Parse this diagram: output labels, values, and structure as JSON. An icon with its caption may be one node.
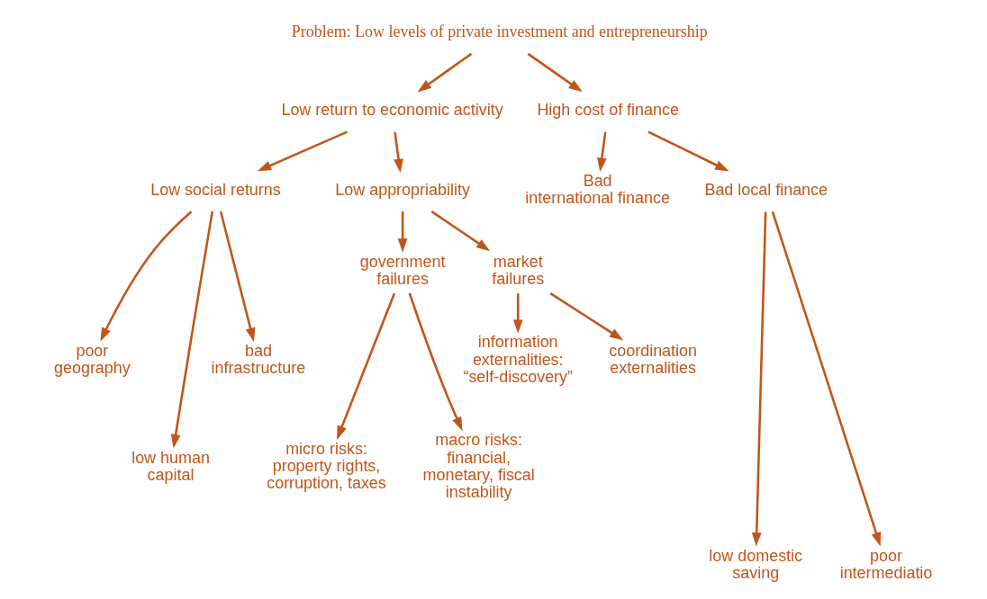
{
  "diagram": {
    "nodes": [
      {
        "text": [
          "Problem: Low levels of private investment and entrepreneurship"
        ]
      },
      {
        "text": [
          "Low return to economic activity"
        ]
      },
      {
        "text": [
          "High cost of finance"
        ]
      },
      {
        "text": [
          "Low social returns"
        ]
      },
      {
        "text": [
          "Low appropriability"
        ]
      },
      {
        "text": [
          "Bad international finance"
        ]
      },
      {
        "text": [
          "Bad local finance"
        ]
      },
      {
        "text": [
          "poor geography"
        ]
      },
      {
        "text": [
          "low human capital"
        ]
      },
      {
        "text": [
          "bad infrastructure"
        ]
      },
      {
        "text": [
          "government failures"
        ]
      },
      {
        "text": [
          "market failures"
        ]
      },
      {
        "text": [
          "micro risks: property rights, corruption, taxes"
        ]
      },
      {
        "text": [
          "macro risks: financial, monetary, fiscal instability"
        ]
      },
      {
        "text": [
          "information externalities: “self-discovery”"
        ]
      },
      {
        "text": [
          "coordination externalities"
        ]
      },
      {
        "text": [
          "low domestic saving"
        ]
      },
      {
        "text": [
          "poor intermediatio"
        ]
      }
    ],
    "edges": [
      {
        "from": 0,
        "to": 1,
        "arrow": "to"
      },
      {
        "from": 0,
        "to": 2,
        "arrow": "to"
      },
      {
        "from": 1,
        "to": 3,
        "arrow": "to"
      },
      {
        "from": 1,
        "to": 4,
        "arrow": "to"
      },
      {
        "from": 2,
        "to": 5,
        "arrow": "to"
      },
      {
        "from": 2,
        "to": 6,
        "arrow": "to"
      },
      {
        "from": 3,
        "to": 7,
        "arrow": "to"
      },
      {
        "from": 3,
        "to": 8,
        "arrow": "to"
      },
      {
        "from": 3,
        "to": 9,
        "arrow": "to"
      },
      {
        "from": 4,
        "to": 10,
        "arrow": "to"
      },
      {
        "from": 4,
        "to": 11,
        "arrow": "to"
      },
      {
        "from": 10,
        "to": 12,
        "arrow": "to"
      },
      {
        "from": 10,
        "to": 13,
        "arrow": "to"
      },
      {
        "from": 11,
        "to": 14,
        "arrow": "to"
      },
      {
        "from": 11,
        "to": 15,
        "arrow": "to"
      },
      {
        "from": 6,
        "to": 16,
        "arrow": "to"
      },
      {
        "from": 6,
        "to": 17,
        "arrow": "to"
      }
    ]
  }
}
